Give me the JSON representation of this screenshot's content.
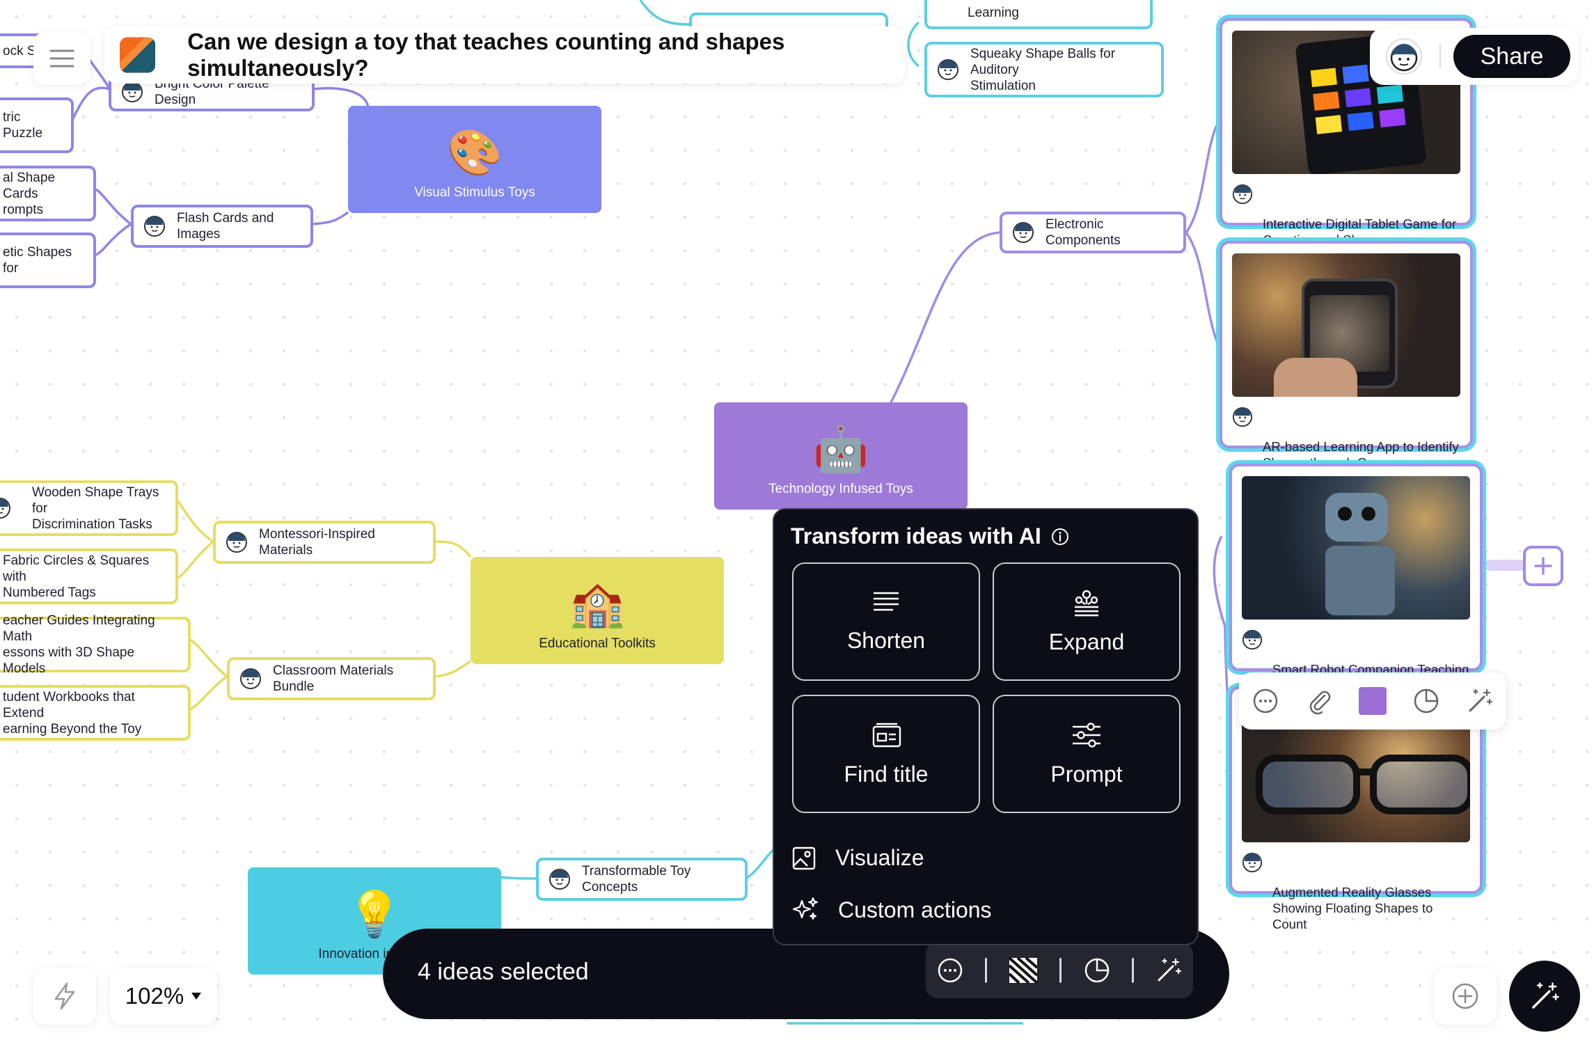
{
  "header": {
    "title": "Can we design a toy that teaches counting and shapes simultaneously?"
  },
  "share": {
    "label": "Share"
  },
  "zoom": {
    "level": "102%"
  },
  "categories": {
    "visual": {
      "label": "Visual Stimulus Toys",
      "emoji": "🎨",
      "color": "#8188f0"
    },
    "tech": {
      "label": "Technology Infused Toys",
      "emoji": "🤖",
      "color": "#9d79d8"
    },
    "edu": {
      "label": "Educational Toolkits",
      "emoji": "🏫",
      "color": "#e4df60"
    },
    "innov": {
      "label": "Innovation in Toy D",
      "emoji": "💡",
      "color": "#4dcde2"
    }
  },
  "nodes": {
    "block_set": "ock Se",
    "bright_color": "Bright Color Palette Design",
    "metric_puzzle": "tric Puzzle",
    "shape_cards": "al Shape Cards\nrompts",
    "flash_cards": "Flash Cards and Images",
    "tactile_shapes": "etic Shapes for",
    "learning_top": "Learning",
    "squeaky": "Squeaky Shape Balls for Auditory\nStimulation",
    "electronic": "Electronic Components",
    "wooden_trays": "Wooden Shape Trays for\nDiscrimination Tasks",
    "montessori": "Montessori-Inspired Materials",
    "fabric_circles": "Fabric Circles & Squares with\nNumbered Tags",
    "teacher_guides": "eacher Guides Integrating Math\nessons with 3D Shape Models",
    "classroom": "Classroom Materials Bundle",
    "workbooks": "tudent Workbooks that Extend\nearning Beyond the Toy",
    "transformable": "Transformable Toy Concepts"
  },
  "cards": [
    {
      "caption": "Interactive Digital Tablet Game for\nCounting and Shapes"
    },
    {
      "caption": "AR-based Learning App to Identify\nShapes through Camera"
    },
    {
      "caption": "Smart Robot Companion Teaching\nNumbers and Geometry"
    },
    {
      "caption": "Augmented Reality Glasses\nShowing Floating Shapes to Count"
    }
  ],
  "ai_panel": {
    "title": "Transform ideas with AI",
    "shorten": "Shorten",
    "expand": "Expand",
    "find_title": "Find title",
    "prompt": "Prompt",
    "visualize": "Visualize",
    "custom_actions": "Custom actions"
  },
  "selection": {
    "text": "4 ideas selected"
  },
  "colors": {
    "accent_dark": "#0c0d16",
    "node_border_blue": "#8f86e8",
    "node_border_yellow": "#e5dd63",
    "node_border_cyan": "#5ccfe0",
    "swatch": "#9b6fd6"
  }
}
